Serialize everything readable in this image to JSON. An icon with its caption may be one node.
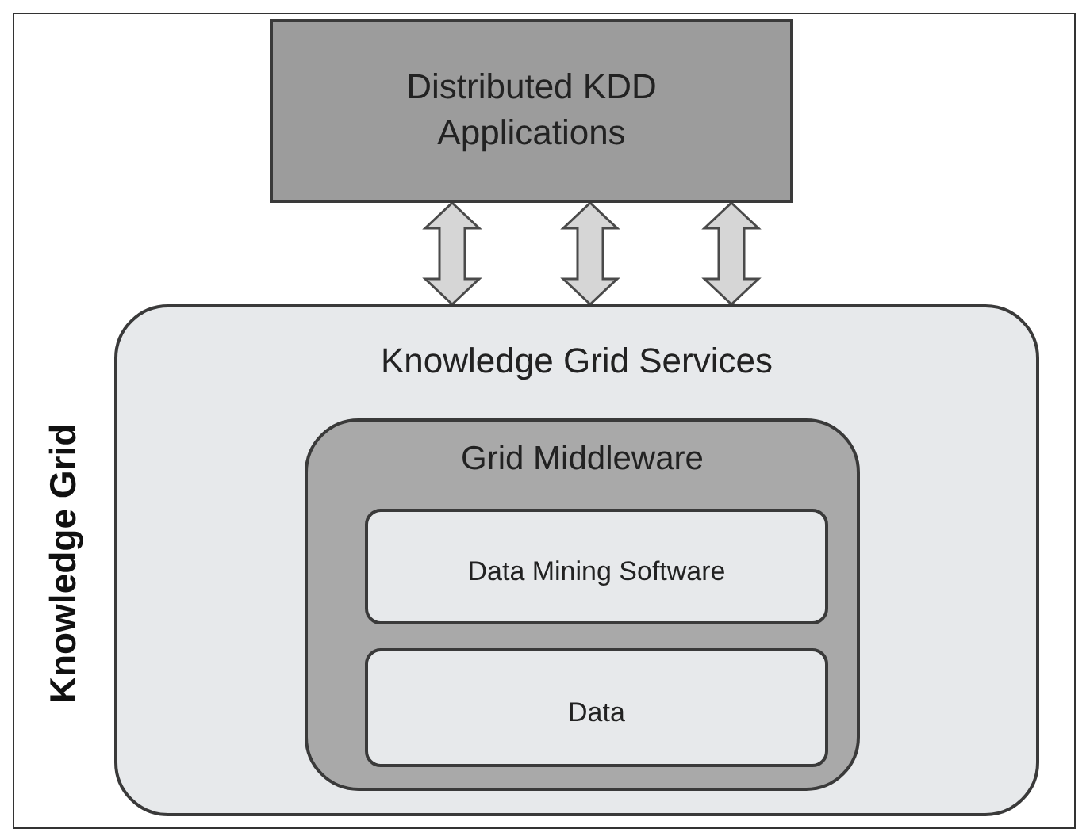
{
  "diagram": {
    "nodes": [
      {
        "text": [
          "Distributed KDD Applications"
        ]
      },
      {
        "text": [
          "Knowledge Grid",
          "Knowledge Grid Services"
        ]
      },
      {
        "text": [
          "Grid Middleware"
        ],
        "in": 1
      },
      {
        "text": [
          "Data Mining Software"
        ],
        "in": 2
      },
      {
        "text": [
          "Data"
        ],
        "in": 2
      }
    ],
    "edges": [
      {
        "from": 0,
        "to": 1,
        "arrow": "both"
      },
      {
        "from": 0,
        "to": 1,
        "arrow": "both"
      },
      {
        "from": 0,
        "to": 1,
        "arrow": "both"
      }
    ]
  }
}
